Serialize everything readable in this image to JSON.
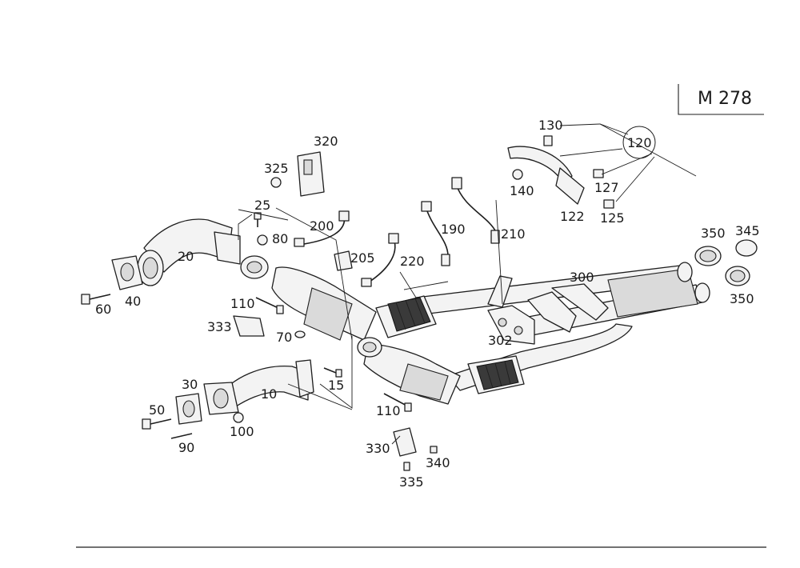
{
  "diagram": {
    "engine_code": "M 278",
    "part_labels": {
      "p10": "10",
      "p15": "15",
      "p20": "20",
      "p25": "25",
      "p30": "30",
      "p40": "40",
      "p50": "50",
      "p60": "60",
      "p70": "70",
      "p80": "80",
      "p90": "90",
      "p100": "100",
      "p110a": "110",
      "p110b": "110",
      "p120": "120",
      "p122": "122",
      "p125": "125",
      "p127": "127",
      "p130": "130",
      "p140": "140",
      "p190": "190",
      "p200": "200",
      "p205": "205",
      "p210": "210",
      "p220": "220",
      "p300": "300",
      "p302": "302",
      "p320": "320",
      "p325": "325",
      "p330": "330",
      "p333": "333",
      "p335": "335",
      "p340": "340",
      "p345": "345",
      "p350a": "350",
      "p350b": "350"
    },
    "icons": {
      "manifold": "exhaust-manifold-icon",
      "catalyst": "catalytic-converter-icon",
      "sensor": "oxygen-sensor-icon",
      "bolt": "bolt-icon",
      "gasket": "gasket-icon",
      "clamp": "pipe-clamp-icon",
      "bracket": "bracket-icon"
    }
  }
}
